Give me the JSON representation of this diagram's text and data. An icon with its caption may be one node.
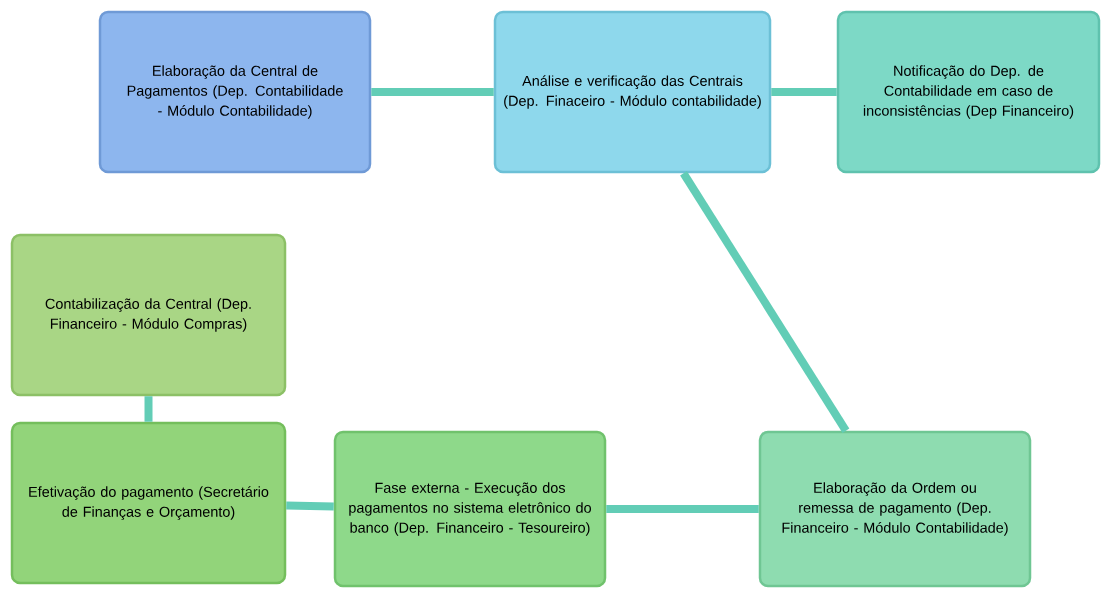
{
  "diagram": {
    "nodes": [
      {
        "text": [
          "Elaboração da Central de Pagamentos (Dep. Contabilidade - Módulo Contabilidade)"
        ]
      },
      {
        "text": [
          "Análise e verificação das Centrais (Dep. Finaceiro - Módulo contabilidade)"
        ]
      },
      {
        "text": [
          "Notificação do Dep. de Contabilidade em caso de inconsistências (Dep Financeiro)"
        ]
      },
      {
        "text": [
          "Contabilização da Central (Dep. Financeiro - Módulo Compras)"
        ]
      },
      {
        "text": [
          "Efetivação do pagamento (Secretário de Finanças e Orçamento)"
        ]
      },
      {
        "text": [
          "Fase externa - Execução dos pagamentos no sistema eletrônico do banco (Dep. Financeiro - Tesoureiro)"
        ]
      },
      {
        "text": [
          "Elaboração da Ordem ou remessa de pagamento (Dep. Financeiro - Módulo Contabilidade)"
        ]
      }
    ],
    "edges": [
      {
        "from": 0,
        "to": 1,
        "arrow": "none"
      },
      {
        "from": 1,
        "to": 2,
        "arrow": "none"
      },
      {
        "from": 1,
        "to": 6,
        "arrow": "none"
      },
      {
        "from": 6,
        "to": 5,
        "arrow": "none"
      },
      {
        "from": 5,
        "to": 4,
        "arrow": "none"
      },
      {
        "from": 4,
        "to": 3,
        "arrow": "none"
      }
    ]
  }
}
